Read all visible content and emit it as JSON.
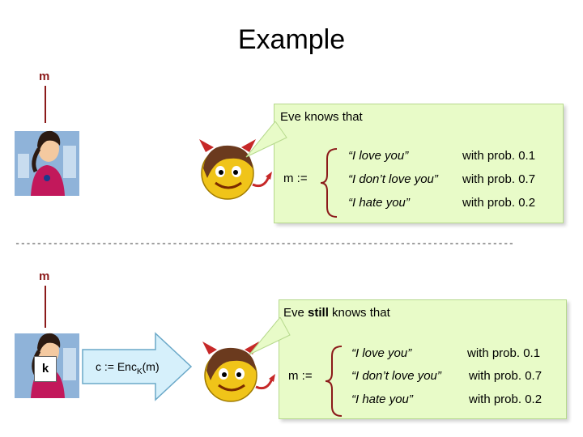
{
  "title": "Example",
  "top": {
    "message_label": "m",
    "bubble_heading": "Eve knows that",
    "def_label": "m :=",
    "messages": [
      {
        "text": "“I love you”",
        "prob": "with prob. 0.1"
      },
      {
        "text": "“I don’t love you”",
        "prob": "with prob. 0.7"
      },
      {
        "text": "“I hate you”",
        "prob": "with prob. 0.2"
      }
    ]
  },
  "divider": "--------------------------------------------------------------------------------------------",
  "bottom": {
    "message_label": "m",
    "bubble_heading_pre": "Eve ",
    "bubble_heading_bold": "still",
    "bubble_heading_post": " knows that",
    "key_label": "k",
    "cipher_label": "c := Enc",
    "cipher_sub": "K",
    "cipher_suffix": "(m)",
    "def_label": "m :=",
    "messages": [
      {
        "text": "“I love you”",
        "prob": "with prob. 0.1"
      },
      {
        "text": "“I don’t love you”",
        "prob": "with prob. 0.7"
      },
      {
        "text": "“I hate you”",
        "prob": "with prob. 0.2"
      }
    ]
  },
  "colors": {
    "accent": "#8b1a1a",
    "bubble": "#e8fbc8",
    "arrow": "#d6f0fb",
    "devil": "#f0c419"
  }
}
